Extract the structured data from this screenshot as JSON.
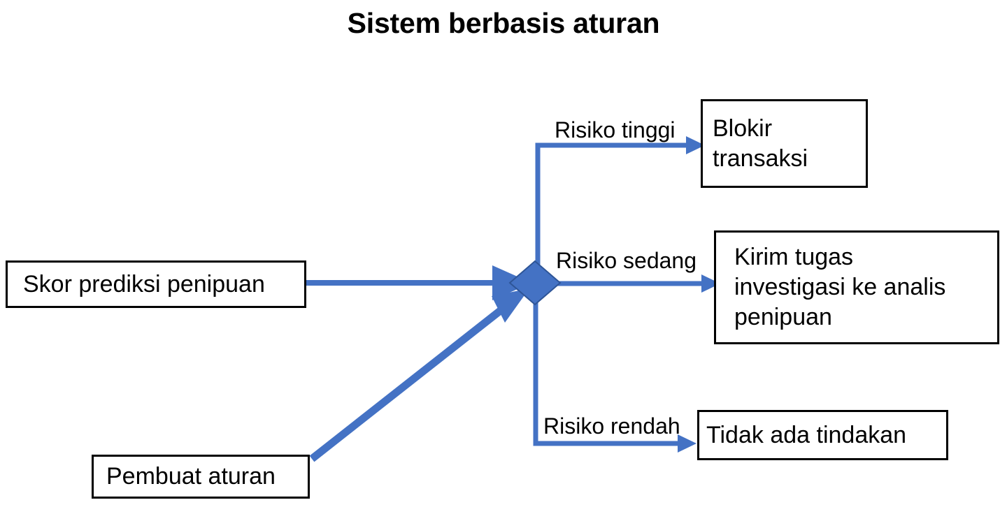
{
  "title": "Sistem berbasis aturan",
  "theme": {
    "background": "#ffffff",
    "edge_color": "#4472C4",
    "decision_fill": "#4472C4",
    "decision_stroke": "#2E5597",
    "box_border": "#000000",
    "text_color": "#000000"
  },
  "nodes": {
    "skor": {
      "label": "Skor prediksi penipuan"
    },
    "pembuat": {
      "label": "Pembuat aturan"
    },
    "decision": {
      "label": "",
      "shape": "diamond"
    },
    "blokir": {
      "lines": [
        "Blokir",
        "transaksi"
      ]
    },
    "kirim": {
      "lines": [
        "Kirim tugas",
        "investigasi ke analis",
        "penipuan"
      ]
    },
    "tidak": {
      "lines": [
        "Tidak ada tindakan"
      ]
    }
  },
  "edges": [
    {
      "from": "skor",
      "to": "decision",
      "label": ""
    },
    {
      "from": "pembuat",
      "to": "decision",
      "label": ""
    },
    {
      "from": "decision",
      "to": "blokir",
      "label": "Risiko tinggi"
    },
    {
      "from": "decision",
      "to": "kirim",
      "label": "Risiko sedang"
    },
    {
      "from": "decision",
      "to": "tidak",
      "label": "Risiko rendah"
    }
  ],
  "edge_labels": {
    "tinggi": "Risiko tinggi",
    "sedang": "Risiko sedang",
    "rendah": "Risiko rendah"
  }
}
